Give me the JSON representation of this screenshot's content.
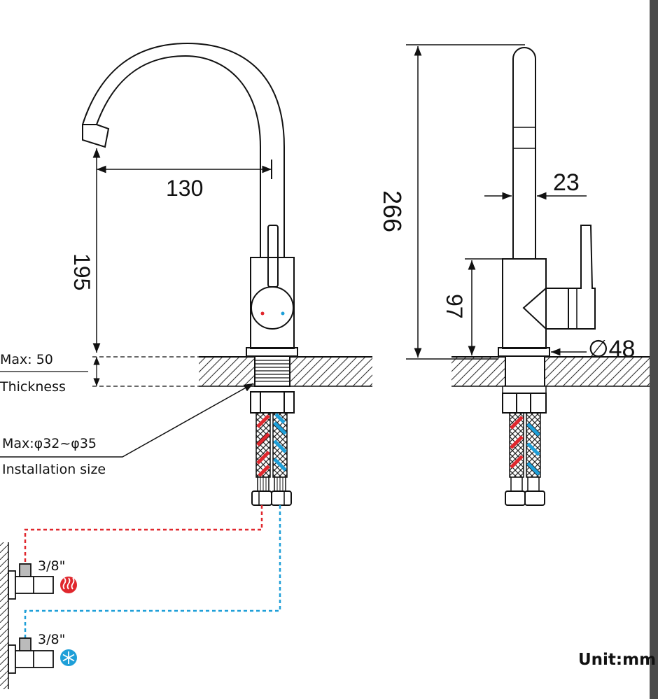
{
  "dimensions": {
    "spout_reach": "130",
    "spout_height": "195",
    "total_height": "266",
    "body_height": "97",
    "spout_diameter": "23",
    "base_diameter": "∅48"
  },
  "labels": {
    "max_thickness_value": "Max: 50",
    "thickness": "Thickness",
    "install_range": "Max:φ32~φ35",
    "install_size": "Installation size",
    "hot_connector": "3/8\"",
    "cold_connector": "3/8\"",
    "unit": "Unit:mm"
  },
  "colors": {
    "hot": "#e0272d",
    "cold": "#1e9fd8",
    "line": "#111111"
  },
  "icons": {
    "hot": "heat-icon",
    "cold": "snowflake-icon"
  }
}
